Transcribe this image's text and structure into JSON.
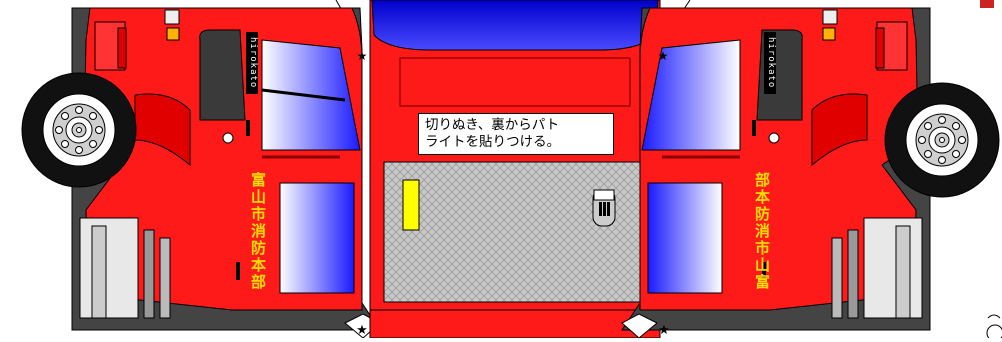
{
  "instruction_text": [
    "切りぬき、裏からパト",
    "ライトを貼りつける。"
  ],
  "left_door_label": "富山市消防本部",
  "right_door_label": "部本防消市山富",
  "left_brand": "hirokato",
  "right_brand": "hirokato",
  "colors": {
    "body_red": "#ff1a1a",
    "window_blue": "#1a1aff",
    "label_yellow": "#ffe000",
    "plate_gray": "#bdbdbd",
    "tire_black": "#111111"
  },
  "icons": [
    "star-mark",
    "tire",
    "wheel-hub",
    "trash-bin",
    "yellow-light"
  ]
}
